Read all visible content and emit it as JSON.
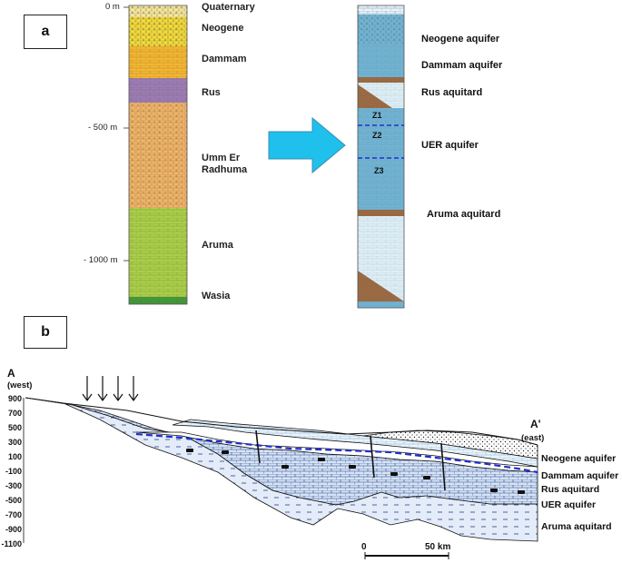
{
  "panel_a": {
    "label": "a",
    "depth_ticks": [
      "0 m",
      "- 500 m",
      "- 1000 m"
    ],
    "formations": [
      "Quaternary",
      "Neogene",
      "Dammam",
      "Rus",
      "Umm Er\nRadhuma",
      "Aruma",
      "Wasia"
    ],
    "hydro_units": [
      "Neogene aquifer",
      "Dammam aquifer",
      "Rus aquitard",
      "UER aquifer",
      "Aruma aquitard"
    ],
    "zones": [
      "Z1",
      "Z2",
      "Z3"
    ],
    "colors": {
      "quaternary": "#f6e8a0",
      "neogene": "#f2dc3c",
      "dammam": "#f3b632",
      "rus": "#9b7bb8",
      "umm_er_radhuma": "#f0b46a",
      "aruma": "#a7cf4a",
      "wasia": "#3f9a3a",
      "aquifer": "#6fb3d4",
      "aquitard": "#dceef8",
      "brown": "#9a6a44",
      "arrow": "#1fc0ec"
    }
  },
  "panel_b": {
    "label": "b",
    "left_label": "A",
    "left_sublabel": "(west)",
    "right_label": "A'",
    "right_sublabel": "(east)",
    "y_ticks": [
      "900",
      "700",
      "500",
      "300",
      "100",
      "-100",
      "-300",
      "-500",
      "-700",
      "-900",
      "-1100"
    ],
    "units": [
      "Neogene aquifer",
      "Dammam aquifer",
      "Rus aquitard",
      "UER aquifer",
      "Aruma aquitard"
    ],
    "scale_labels": [
      "0",
      "50 km"
    ]
  }
}
